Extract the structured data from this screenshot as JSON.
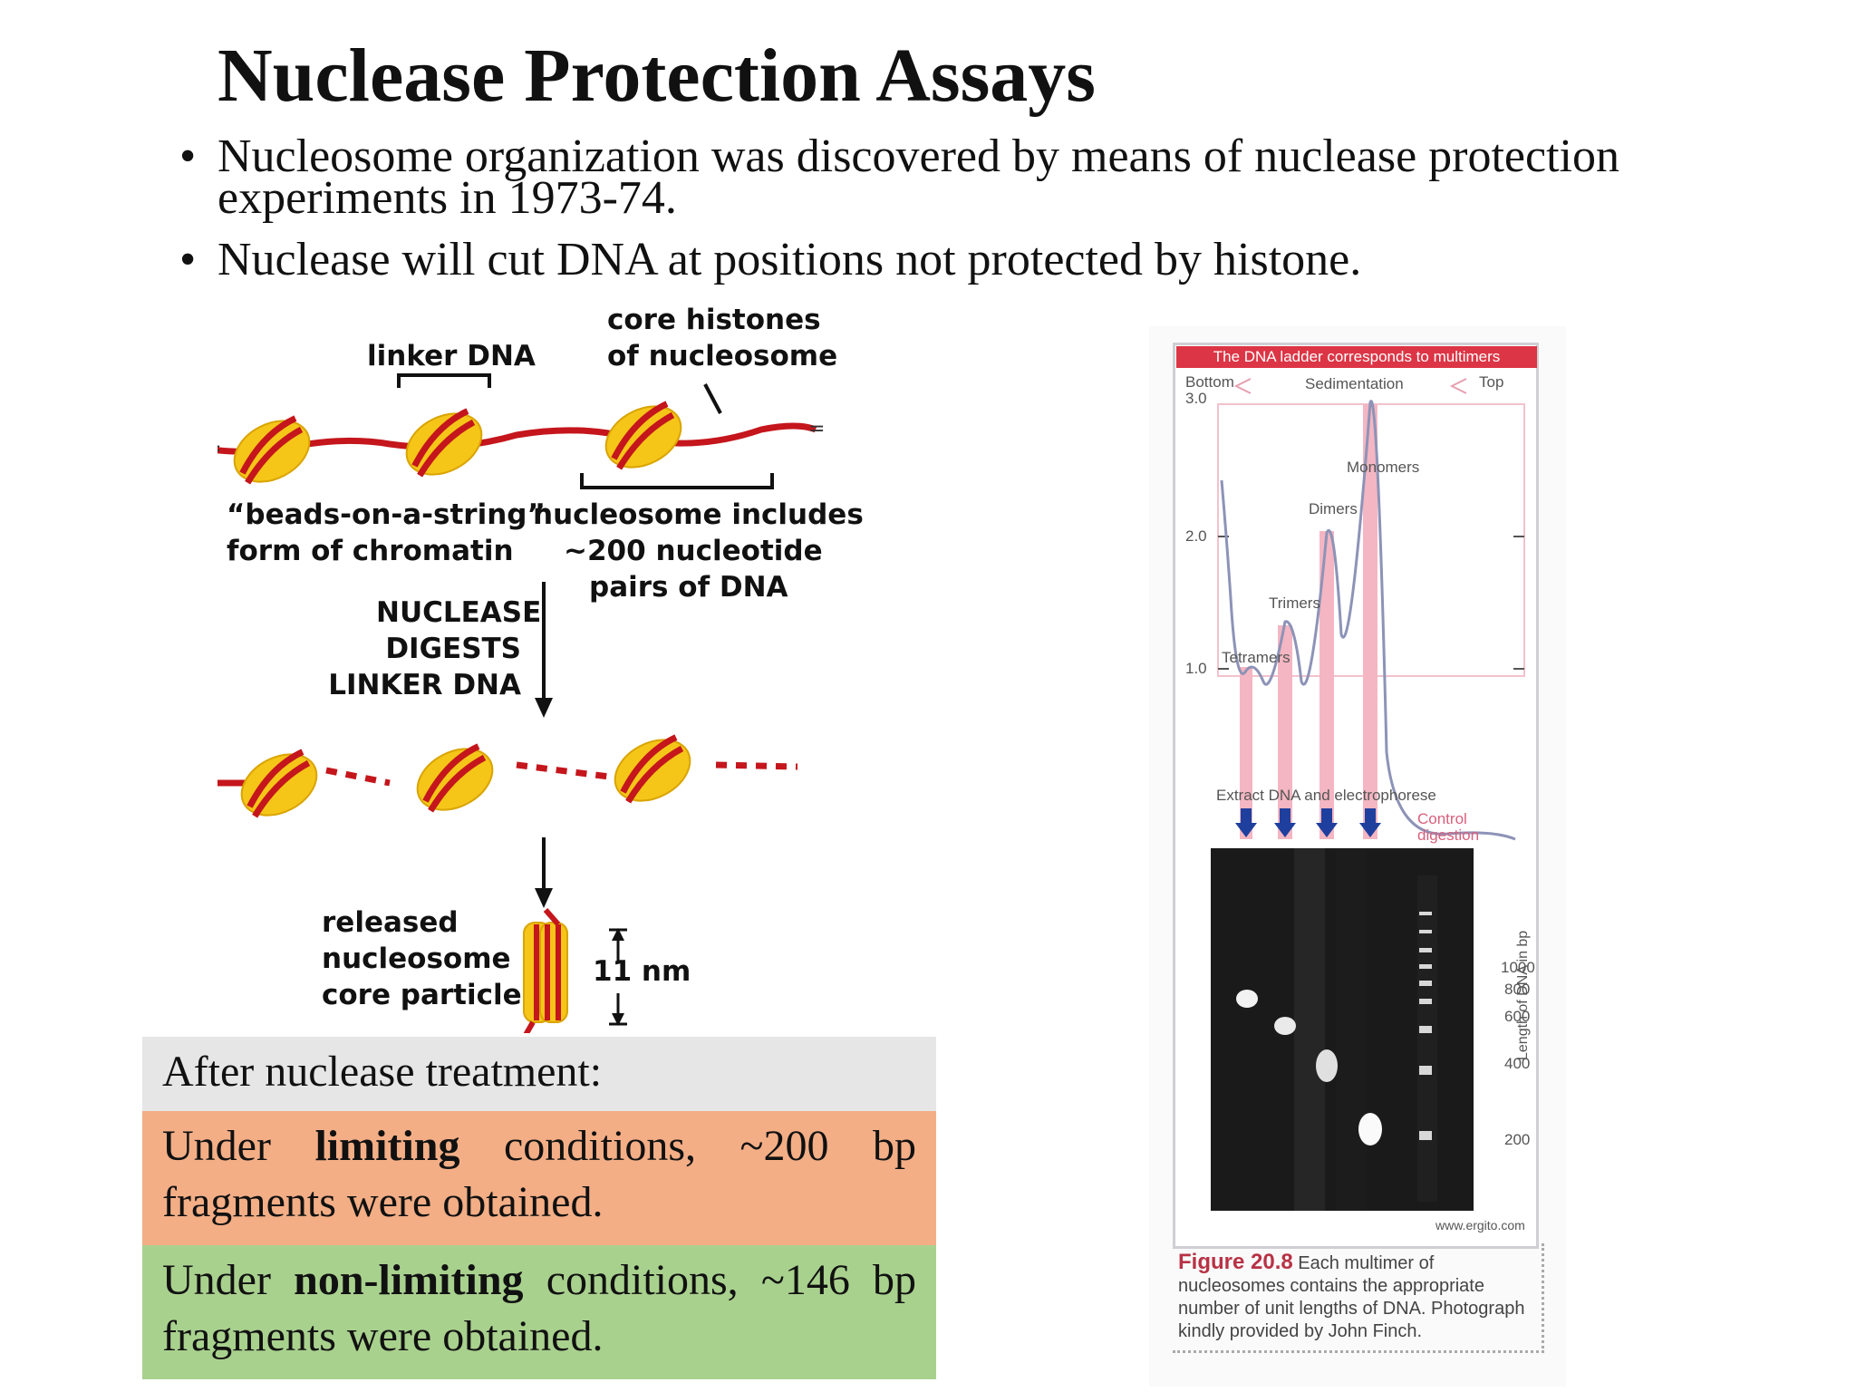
{
  "title": "Nuclease Protection Assays",
  "bullets": [
    "Nucleosome organization was discovered by means of nuclease protection experiments in 1973-74.",
    "Nuclease will cut DNA at positions not protected by histone."
  ],
  "diagram": {
    "linker_dna": "linker DNA",
    "core_histones_1": "core histones",
    "core_histones_2": "of nucleosome",
    "beads_1": "“beads-on-a-string”",
    "beads_2": "form of chromatin",
    "includes_1": "nucleosome includes",
    "includes_2": "~200 nucleotide",
    "includes_3": "pairs of DNA",
    "nuclease_1": "NUCLEASE",
    "nuclease_2": "DIGESTS",
    "nuclease_3": "LINKER DNA",
    "released_1": "released",
    "released_2": "nucleosome",
    "released_3": "core particle",
    "size": "11 nm"
  },
  "boxes": {
    "header": "After nuclease treatment:",
    "limiting_pre": "Under ",
    "limiting_bold": "limiting",
    "limiting_post": " conditions, ~200 bp fragments were obtained.",
    "nonlimiting_pre": "Under ",
    "nonlimiting_bold": "non-limiting",
    "nonlimiting_post": " conditions, ~146 bp fragments were obtained."
  },
  "figure": {
    "header": "The DNA ladder corresponds to multimers",
    "bottom": "Bottom",
    "sedimentation": "Sedimentation",
    "top": "Top",
    "y_ticks": [
      "3.0",
      "2.0",
      "1.0"
    ],
    "peaks": [
      "Monomers",
      "Dimers",
      "Trimers",
      "Tetramers"
    ],
    "extract": "Extract DNA and electrophorese",
    "control_1": "Control",
    "control_2": "digestion",
    "axis_label": "Length of DNA in bp",
    "bp_ticks": [
      "1000",
      "800",
      "600",
      "400",
      "200"
    ],
    "watermark": "www.ergito.com",
    "caption_num": "Figure 20.8",
    "caption_text": " Each multimer of nucleosomes contains the appropriate number of unit lengths of DNA. Photograph kindly provided by John Finch.",
    "colors": {
      "header": "#dc3545",
      "band": "#f4b6c2",
      "curve": "#8d93b7",
      "arrow": "#1f3f9e"
    }
  },
  "colors": {
    "histone": "#f5c518",
    "dna": "#c4161c",
    "gray_box": "#e6e6e6",
    "orange_box": "#f3ae86",
    "green_box": "#a9d18e"
  }
}
